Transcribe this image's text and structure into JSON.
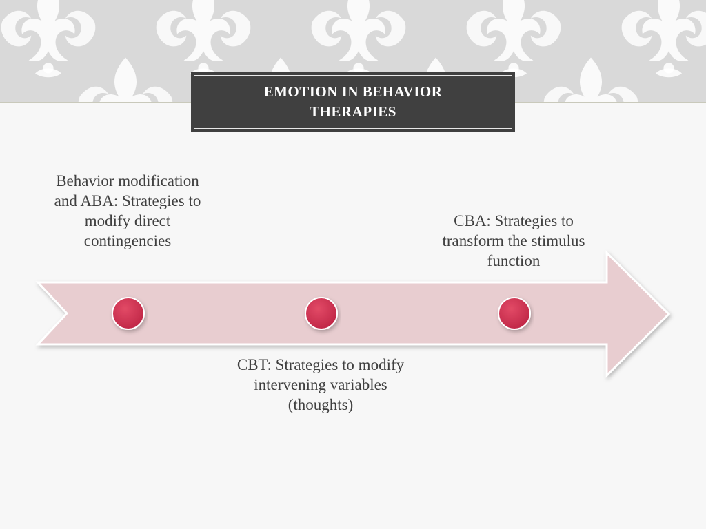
{
  "slide": {
    "title": "EMOTION IN BEHAVIOR THERAPIES"
  },
  "timeline": {
    "direction": "left-to-right",
    "arrow_color": "#e8cdd0",
    "marker_color": "#cc3050",
    "milestones": [
      {
        "label": "Behavior modification and ABA: Strategies to modify direct contingencies",
        "position": "above"
      },
      {
        "label": "CBT: Strategies to modify intervening variables (thoughts)",
        "position": "below"
      },
      {
        "label": "CBA: Strategies to transform the stimulus function",
        "position": "above"
      }
    ]
  },
  "colors": {
    "title_background": "#404040",
    "title_text": "#ffffff",
    "body_text": "#404040",
    "banner": "#d9d9d9"
  }
}
